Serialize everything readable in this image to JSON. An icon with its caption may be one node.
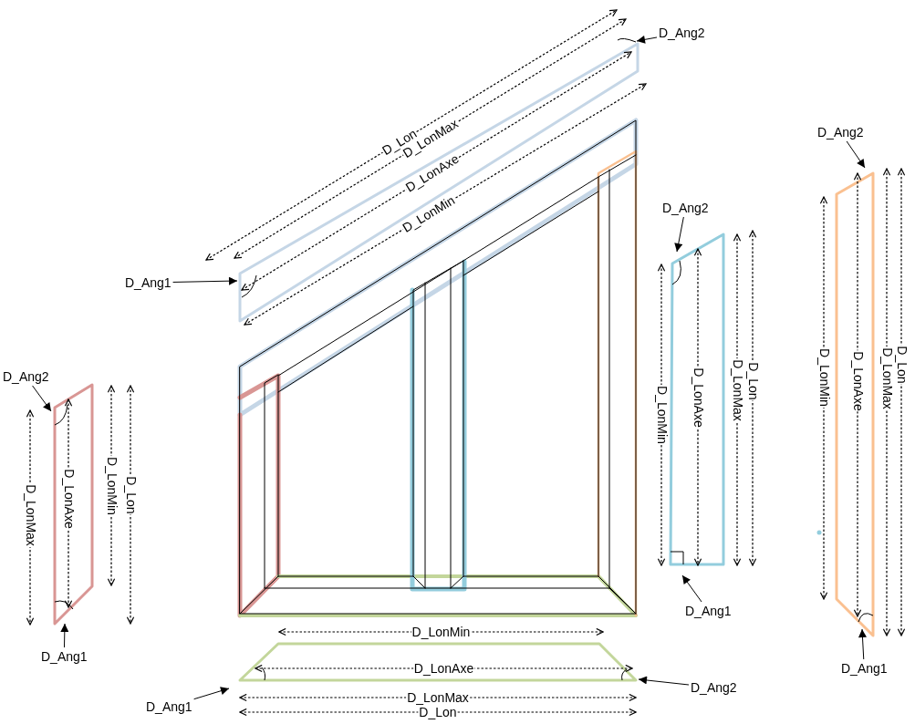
{
  "diagram": {
    "nodes": [
      {
        "text": [
          "D_Ang2"
        ]
      },
      {
        "text": [
          "D_Ang2"
        ]
      },
      {
        "text": [
          "D_Ang2"
        ]
      },
      {
        "text": [
          "D_Ang1"
        ]
      },
      {
        "text": [
          "D_Ang2"
        ]
      },
      {
        "text": [
          "D_Ang1"
        ]
      },
      {
        "text": [
          "D_Ang1"
        ]
      },
      {
        "text": [
          "D_Ang1"
        ]
      },
      {
        "text": [
          "D_Ang2"
        ]
      },
      {
        "text": [
          "D_Ang1"
        ]
      },
      {
        "text": [],
        "shape": "picture"
      },
      {
        "text": [],
        "shape": "picture"
      },
      {
        "text": [],
        "shape": "picture"
      },
      {
        "text": [],
        "shape": "picture"
      },
      {
        "text": [],
        "shape": "picture"
      }
    ],
    "edges": [
      {
        "from": 0,
        "to": 10,
        "arrow": "to"
      },
      {
        "from": 1,
        "to": 13,
        "arrow": "to"
      },
      {
        "from": 2,
        "to": 12,
        "arrow": "to"
      },
      {
        "from": 3,
        "to": 10,
        "arrow": "to"
      },
      {
        "from": 4,
        "to": 11,
        "arrow": "to"
      },
      {
        "from": 5,
        "to": 12,
        "arrow": "to"
      },
      {
        "from": 6,
        "to": 11,
        "arrow": "to"
      },
      {
        "from": 7,
        "to": 13,
        "arrow": "to"
      },
      {
        "from": 8,
        "to": 14,
        "arrow": "to"
      },
      {
        "from": 9,
        "to": 14,
        "arrow": "to"
      }
    ],
    "labels": [
      "D_Lon",
      "D_LonMax",
      "D_LonAxe",
      "D_LonMin",
      "D_LonMax",
      "D_LonAxe",
      "D_LonMin",
      "D_Lon",
      "D_LonMin",
      "D_LonAxe",
      "D_LonMax",
      "D_Lon",
      "D_LonMin",
      "D_LonAxe",
      "D_LonMax",
      "D_Lon",
      "D_LonMin",
      "D_LonAxe",
      "D_LonMax",
      "D_Lon"
    ]
  }
}
